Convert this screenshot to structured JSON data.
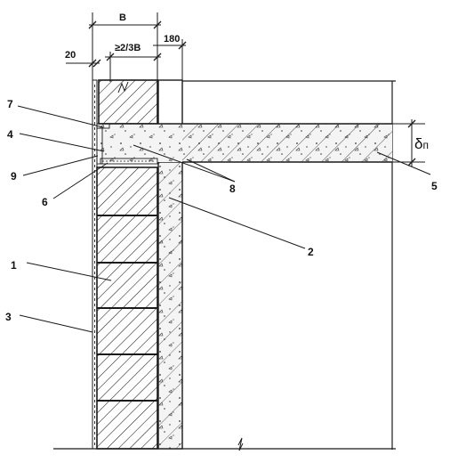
{
  "dimensions": {
    "width_label": "B",
    "inner_label": "≥2/3B",
    "gap_label": "20",
    "right_label": "180",
    "slab_thickness_symbol": "δ",
    "slab_thickness_subscript": "п"
  },
  "callouts": {
    "c1": "1",
    "c2": "2",
    "c3": "3",
    "c4": "4",
    "c5": "5",
    "c6": "6",
    "c7": "7",
    "c8": "8",
    "c9": "9"
  },
  "colors": {
    "line": "#1a1a1a",
    "concrete_fill": "#f4f4f4"
  }
}
